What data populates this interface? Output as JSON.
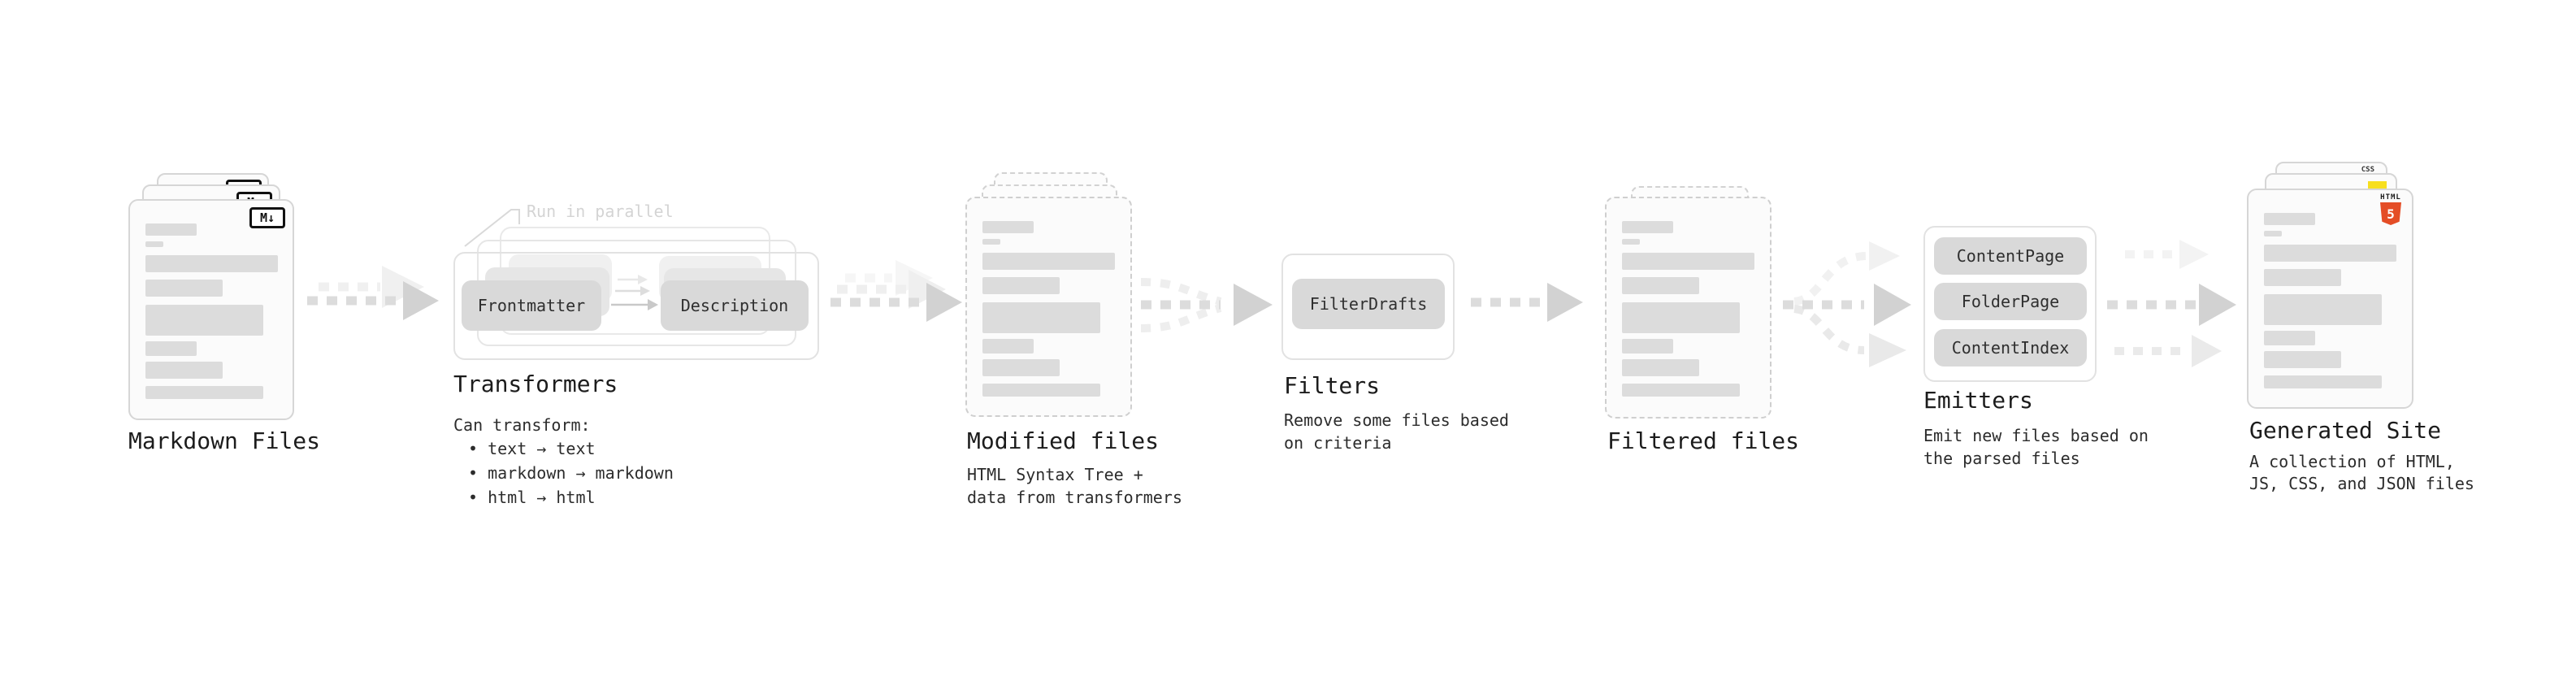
{
  "diagram": {
    "markdown": {
      "label": "Markdown Files",
      "badge": "M↓"
    },
    "transformers": {
      "annotation": "Run in parallel",
      "steps": [
        "Frontmatter",
        "Description"
      ],
      "label": "Transformers",
      "desc_intro": "Can transform:",
      "bullets": [
        "text → text",
        "markdown → markdown",
        "html → html"
      ]
    },
    "modified": {
      "label": "Modified files",
      "desc": "HTML Syntax Tree +\ndata from transformers"
    },
    "filters": {
      "label": "Filters",
      "button": "FilterDrafts",
      "desc": "Remove some files based\non criteria"
    },
    "filtered": {
      "label": "Filtered files"
    },
    "emitters": {
      "label": "Emitters",
      "buttons": [
        "ContentPage",
        "FolderPage",
        "ContentIndex"
      ],
      "desc": "Emit new files based on\nthe parsed files"
    },
    "generated": {
      "label": "Generated Site",
      "desc": "A collection of HTML,\nJS, CSS, and JSON files",
      "badges": {
        "html": {
          "title": "HTML",
          "number": "5"
        },
        "css": "CSS"
      }
    },
    "colors": {
      "arrow_dark": "#d2d2d2",
      "arrow_faint": "#efefef",
      "html5_orange": "#e44d26",
      "css_blue": "#2965f1",
      "js_yellow": "#f7df1e"
    }
  }
}
